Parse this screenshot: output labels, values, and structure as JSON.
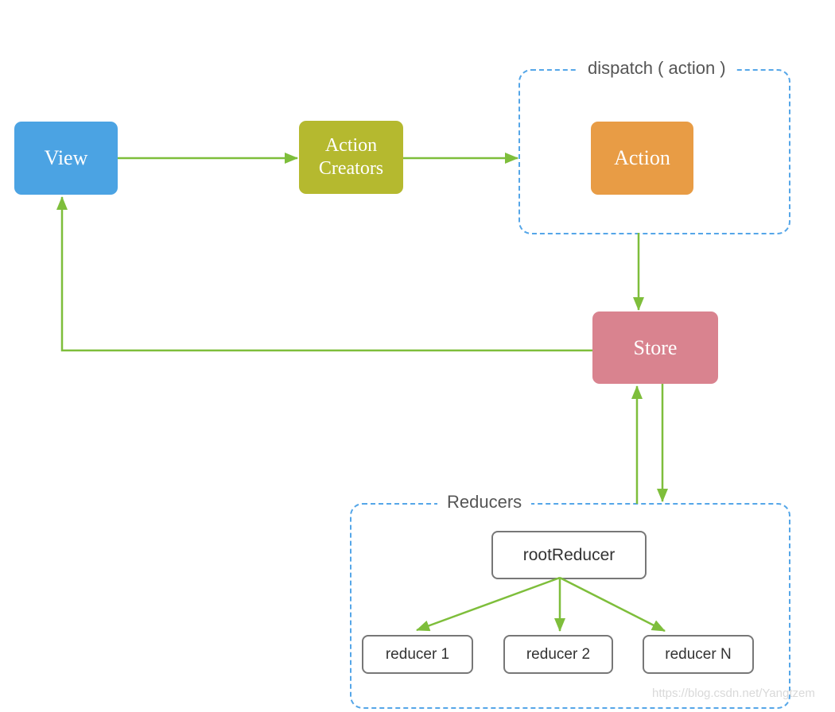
{
  "diagram": {
    "type": "flow-diagram",
    "subject": "Redux data flow",
    "nodes": {
      "view": {
        "label": "View",
        "color": "#4BA3E3",
        "text_color": "#ffffff"
      },
      "action_creators": {
        "label": "Action Creators",
        "color": "#B5B92F",
        "text_color": "#ffffff"
      },
      "action": {
        "label": "Action",
        "color": "#E89C45",
        "text_color": "#ffffff"
      },
      "store": {
        "label": "Store",
        "color": "#D9838F",
        "text_color": "#ffffff"
      },
      "root_reducer": {
        "label": "rootReducer",
        "color": "#ffffff",
        "border_color": "#777777",
        "text_color": "#333333"
      },
      "reducer_1": {
        "label": "reducer 1",
        "color": "#ffffff",
        "border_color": "#777777",
        "text_color": "#333333"
      },
      "reducer_2": {
        "label": "reducer 2",
        "color": "#ffffff",
        "border_color": "#777777",
        "text_color": "#333333"
      },
      "reducer_n": {
        "label": "reducer N",
        "color": "#ffffff",
        "border_color": "#777777",
        "text_color": "#333333"
      }
    },
    "groups": {
      "dispatch": {
        "label": "dispatch ( action )",
        "border_color": "#55A6E8",
        "contains": [
          "action"
        ]
      },
      "reducers": {
        "label": "Reducers",
        "border_color": "#55A6E8",
        "contains": [
          "root_reducer",
          "reducer_1",
          "reducer_2",
          "reducer_n"
        ]
      }
    },
    "edges": [
      {
        "from": "view",
        "to": "action_creators"
      },
      {
        "from": "action_creators",
        "to": "dispatch_group"
      },
      {
        "from": "dispatch_group",
        "to": "store"
      },
      {
        "from": "store",
        "to": "view"
      },
      {
        "from": "reducers_group",
        "to": "store"
      },
      {
        "from": "store",
        "to": "reducers_group"
      },
      {
        "from": "root_reducer",
        "to": "reducer_1"
      },
      {
        "from": "root_reducer",
        "to": "reducer_2"
      },
      {
        "from": "root_reducer",
        "to": "reducer_n"
      }
    ],
    "arrow_color": "#7EBE3B",
    "watermark": "https://blog.csdn.net/Yangtzem"
  }
}
